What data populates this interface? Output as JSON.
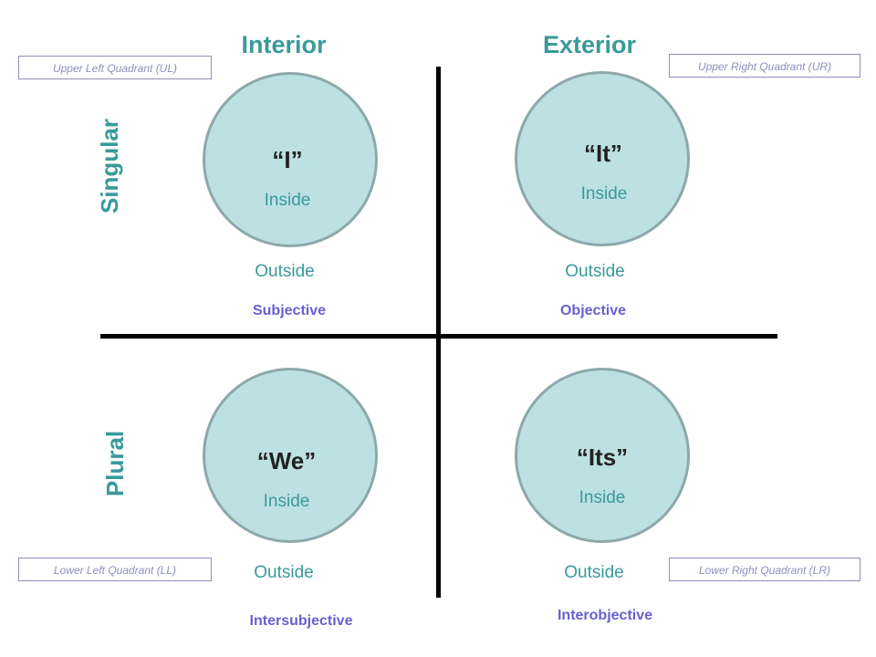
{
  "headers": {
    "interior": "Interior",
    "exterior": "Exterior"
  },
  "side_labels": {
    "singular": "Singular",
    "plural": "Plural"
  },
  "quadrant_boxes": {
    "ul": "Upper Left Quadrant (UL)",
    "ur": "Upper Right Quadrant (UR)",
    "ll": "Lower Left Quadrant (LL)",
    "lr": "Lower Right Quadrant (LR)"
  },
  "quadrants": {
    "ul": {
      "pronoun": "“I”",
      "inside": "Inside",
      "outside": "Outside",
      "perspective": "Subjective"
    },
    "ur": {
      "pronoun": "“It”",
      "inside": "Inside",
      "outside": "Outside",
      "perspective": "Objective"
    },
    "ll": {
      "pronoun": "“We”",
      "inside": "Inside",
      "outside": "Outside",
      "perspective": "Intersubjective"
    },
    "lr": {
      "pronoun": "“Its”",
      "inside": "Inside",
      "outside": "Outside",
      "perspective": "Interobjective"
    }
  },
  "colors": {
    "heading": "#3a9a9a",
    "circle_fill": "#bde0e3",
    "circle_stroke": "#8da8ab",
    "perspective": "#6a5fd0",
    "box_border": "#8e8ebe"
  }
}
